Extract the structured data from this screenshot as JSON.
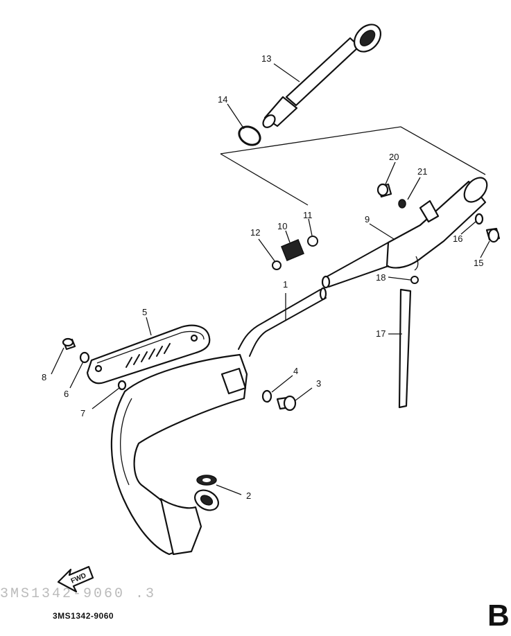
{
  "diagram": {
    "part_numbers": [
      "1",
      "2",
      "3",
      "4",
      "5",
      "6",
      "7",
      "8",
      "9",
      "10",
      "11",
      "12",
      "13",
      "14",
      "15",
      "16",
      "17",
      "18",
      "20",
      "21"
    ],
    "footer_code": "3MS1342-9060",
    "section_letter": "B",
    "fwd_label": "FWD",
    "faint_text": "3MS1342-9060 .3"
  }
}
